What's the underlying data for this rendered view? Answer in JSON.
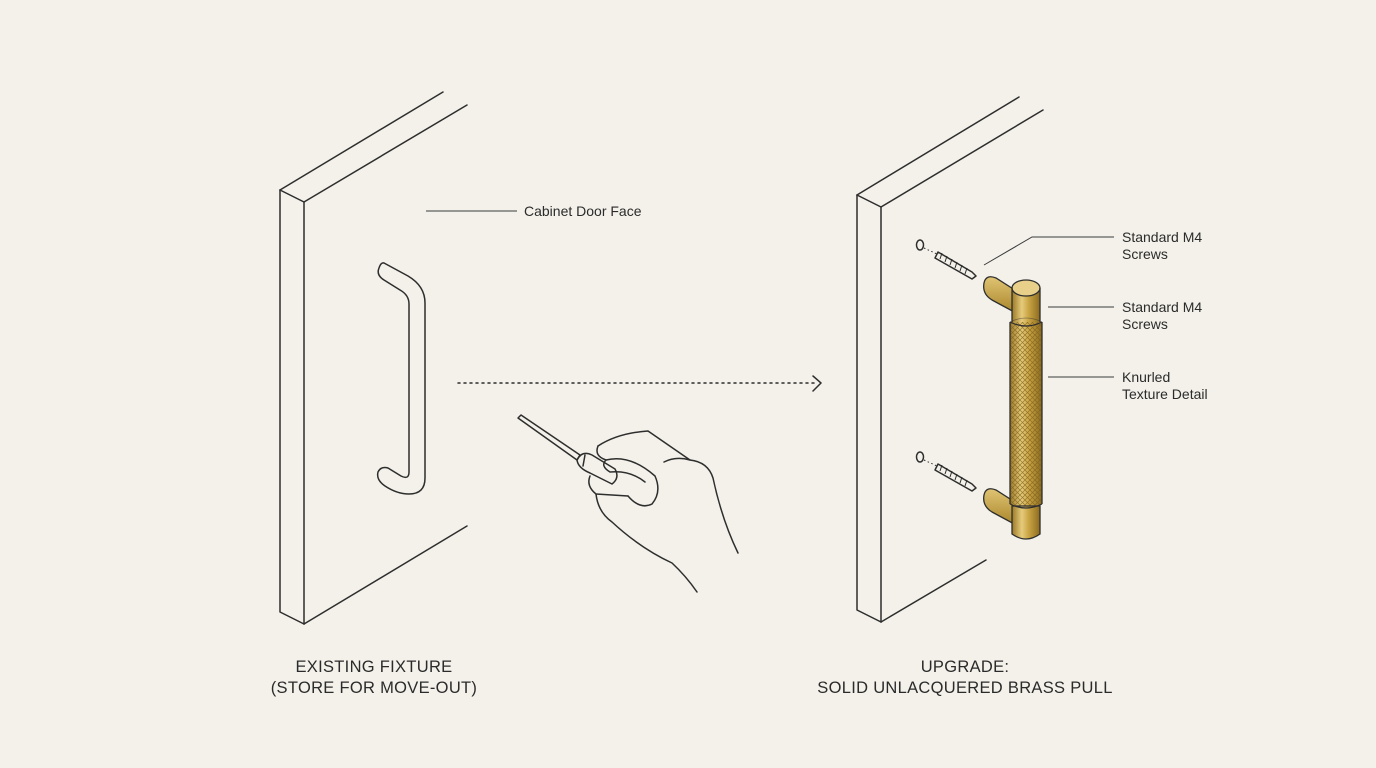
{
  "labels": {
    "door_face": "Cabinet Door Face",
    "screws_1_line1": "Standard M4",
    "screws_1_line2": "Screws",
    "screws_2_line1": "Standard M4",
    "screws_2_line2": "Screws",
    "knurled_line1": "Knurled",
    "knurled_line2": "Texture Detail"
  },
  "captions": {
    "existing_line1": "EXISTING FIXTURE",
    "existing_line2": "(STORE FOR MOVE-OUT)",
    "upgrade_line1": "UPGRADE:",
    "upgrade_line2": "SOLID UNLACQUERED BRASS PULL"
  },
  "colors": {
    "background": "#f3f1e9",
    "line": "#2e2e2e",
    "brass": "#c9a444",
    "brass_dark": "#8f6f22",
    "brass_light": "#e2c777"
  }
}
